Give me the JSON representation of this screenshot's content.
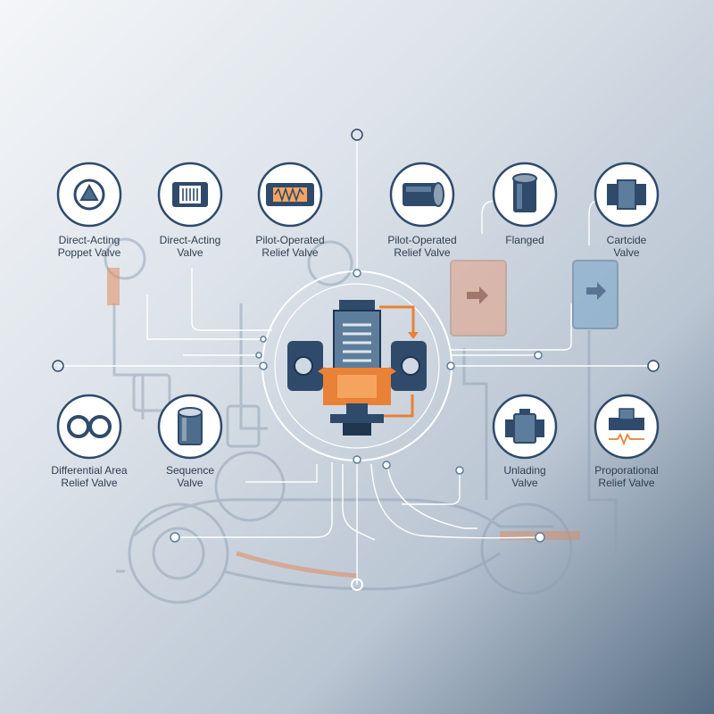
{
  "colors": {
    "navy": "#2f4a6b",
    "steel": "#5d7d9c",
    "orange": "#e98136",
    "line": "#ffffff",
    "ghost": "#8ea0b3"
  },
  "valves": [
    {
      "id": "direct-acting-poppet",
      "line1": "Direct-Acting",
      "line2": "Poppet Valve",
      "icon": "poppet-triangle-icon"
    },
    {
      "id": "direct-acting",
      "line1": "Direct-Acting",
      "line2": "Valve",
      "icon": "spool-valve-icon"
    },
    {
      "id": "pilot-operated-spring",
      "line1": "Pilot-Operated",
      "line2": "Relief Valve",
      "icon": "spring-relief-icon"
    },
    {
      "id": "pilot-operated-cylinder",
      "line1": "Pilot-Operated",
      "line2": "Relief Valve",
      "icon": "cylinder-relief-icon"
    },
    {
      "id": "flanged",
      "line1": "Flanged",
      "line2": "",
      "icon": "flanged-valve-icon"
    },
    {
      "id": "cartridge",
      "line1": "Cartcide",
      "line2": "Valve",
      "icon": "cartridge-valve-icon"
    },
    {
      "id": "differential-area",
      "line1": "Differential Area",
      "line2": "Relief Valve",
      "icon": "double-ring-icon"
    },
    {
      "id": "sequence",
      "line1": "Sequence",
      "line2": "Valve",
      "icon": "sequence-cylinder-icon"
    },
    {
      "id": "unloading",
      "line1": "Unlading",
      "line2": "Valve",
      "icon": "unloading-valve-icon"
    },
    {
      "id": "proportional",
      "line1": "Proporational",
      "line2": "Relief Valve",
      "icon": "proportional-valve-icon"
    }
  ]
}
